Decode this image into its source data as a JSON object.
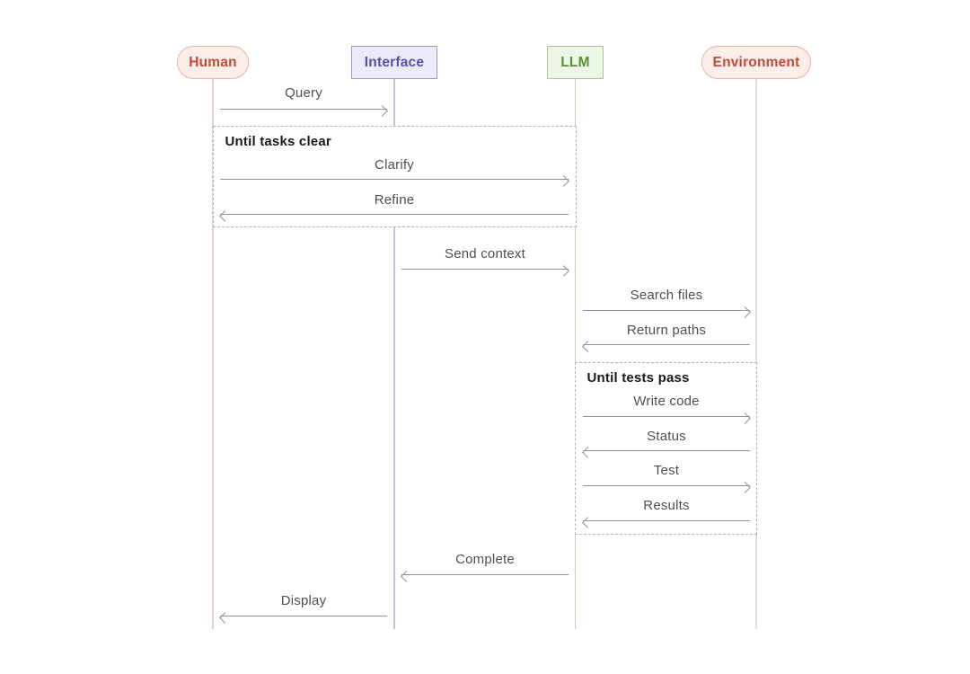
{
  "palette": {
    "background": "#ffffff",
    "arrow": "#949494",
    "message_text": "#4f4f4f",
    "loop_border": "#b4b4b4",
    "loop_label_text": "#191919",
    "red_actor_fill": "#fbeee9",
    "red_actor_border": "#e9b2a1",
    "red_actor_text": "#bf4a37",
    "purple_actor_fill": "#ebebf7",
    "purple_actor_border": "#9c96ca",
    "purple_actor_text": "#5750a7",
    "green_actor_fill": "#edf5e6",
    "green_actor_border": "#a4ca92",
    "green_actor_text": "#569230"
  },
  "actors": [
    {
      "label": "Human",
      "shape": "pill",
      "color": "red",
      "lifeline_color": "#e2cfca"
    },
    {
      "label": "Interface",
      "shape": "rect",
      "color": "purple",
      "lifeline_color": "#c6c2de"
    },
    {
      "label": "LLM",
      "shape": "rect",
      "color": "green",
      "lifeline_color": "#b9d8ac"
    },
    {
      "label": "Environment",
      "shape": "pill",
      "color": "red",
      "lifeline_color": "#ebdbd4"
    }
  ],
  "loops": [
    {
      "label": "Until tasks clear",
      "spans": [
        "Human",
        "LLM"
      ]
    },
    {
      "label": "Until tests pass",
      "spans": [
        "LLM",
        "Environment"
      ]
    }
  ],
  "messages": [
    {
      "label": "Query",
      "from": "Human",
      "to": "Interface",
      "direction": "right",
      "loop": null
    },
    {
      "label": "Clarify",
      "from": "Human",
      "to": "LLM",
      "direction": "right",
      "loop": "Until tasks clear"
    },
    {
      "label": "Refine",
      "from": "LLM",
      "to": "Human",
      "direction": "left",
      "loop": "Until tasks clear"
    },
    {
      "label": "Send context",
      "from": "Interface",
      "to": "LLM",
      "direction": "right",
      "loop": null
    },
    {
      "label": "Search files",
      "from": "LLM",
      "to": "Environment",
      "direction": "right",
      "loop": null
    },
    {
      "label": "Return paths",
      "from": "Environment",
      "to": "LLM",
      "direction": "left",
      "loop": null
    },
    {
      "label": "Write code",
      "from": "LLM",
      "to": "Environment",
      "direction": "right",
      "loop": "Until tests pass"
    },
    {
      "label": "Status",
      "from": "Environment",
      "to": "LLM",
      "direction": "left",
      "loop": "Until tests pass"
    },
    {
      "label": "Test",
      "from": "LLM",
      "to": "Environment",
      "direction": "right",
      "loop": "Until tests pass"
    },
    {
      "label": "Results",
      "from": "Environment",
      "to": "LLM",
      "direction": "left",
      "loop": "Until tests pass"
    },
    {
      "label": "Complete",
      "from": "LLM",
      "to": "Interface",
      "direction": "left",
      "loop": null
    },
    {
      "label": "Display",
      "from": "Interface",
      "to": "Human",
      "direction": "left",
      "loop": null
    }
  ]
}
